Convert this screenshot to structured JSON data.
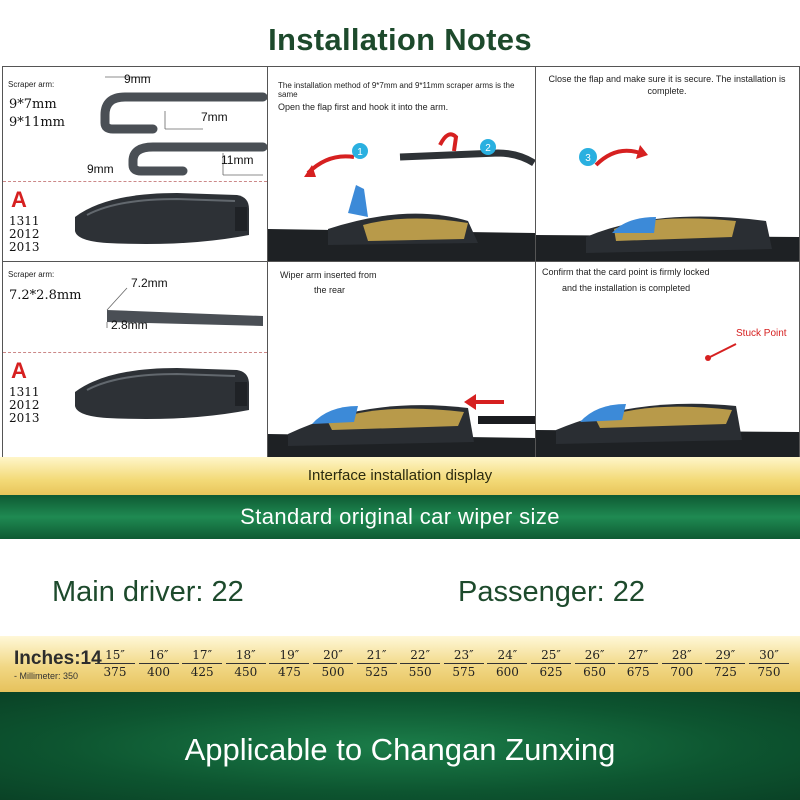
{
  "title": "Installation Notes",
  "panel_a": {
    "arm_label": "Scraper arm:",
    "specs": [
      "9*7mm",
      "9*11mm"
    ],
    "dims": [
      "9mm",
      "7mm",
      "9mm",
      "11mm"
    ],
    "letter": "A",
    "years": [
      "1311",
      "2012",
      "2013"
    ]
  },
  "panel_b": {
    "arm_label": "Scraper arm:",
    "spec": "7.2*2.8mm",
    "dims": [
      "7.2mm",
      "2.8mm"
    ],
    "letter": "A",
    "years": [
      "1311",
      "2012",
      "2013"
    ]
  },
  "step1": {
    "note1": "The installation method of 9*7mm and 9*11mm scraper arms is the same",
    "note2": "Open the flap first and hook it into the arm.",
    "badges": [
      "1",
      "2"
    ]
  },
  "step2": {
    "note": "Close the flap and make sure it is secure. The installation is complete.",
    "badge": "3"
  },
  "step3": {
    "note1": "Wiper arm inserted from",
    "note2": "the rear"
  },
  "step4": {
    "note1": "Confirm that the card point is firmly locked",
    "note2": "and the installation is completed",
    "stuck": "Stuck Point"
  },
  "interface_label": "Interface installation display",
  "size_heading": "Standard original car wiper size",
  "main_driver": "Main driver: 22",
  "passenger": "Passenger: 22",
  "sizes": {
    "inches_label": "Inches:",
    "first_inch": "14",
    "mm_label": "- Millimeter: 350",
    "items": [
      {
        "in": "15″",
        "mm": "375"
      },
      {
        "in": "16″",
        "mm": "400"
      },
      {
        "in": "17″",
        "mm": "425"
      },
      {
        "in": "18″",
        "mm": "450"
      },
      {
        "in": "19″",
        "mm": "475"
      },
      {
        "in": "20″",
        "mm": "500"
      },
      {
        "in": "21″",
        "mm": "525"
      },
      {
        "in": "22″",
        "mm": "550"
      },
      {
        "in": "23″",
        "mm": "575"
      },
      {
        "in": "24″",
        "mm": "600"
      },
      {
        "in": "25″",
        "mm": "625"
      },
      {
        "in": "26″",
        "mm": "650"
      },
      {
        "in": "27″",
        "mm": "675"
      },
      {
        "in": "28″",
        "mm": "700"
      },
      {
        "in": "29″",
        "mm": "725"
      },
      {
        "in": "30″",
        "mm": "750"
      }
    ]
  },
  "applicable": "Applicable to Changan Zunxing",
  "colors": {
    "accent_green": "#1d4a2c",
    "arrow_red": "#d62020",
    "badge_blue": "#2ab0e0"
  }
}
